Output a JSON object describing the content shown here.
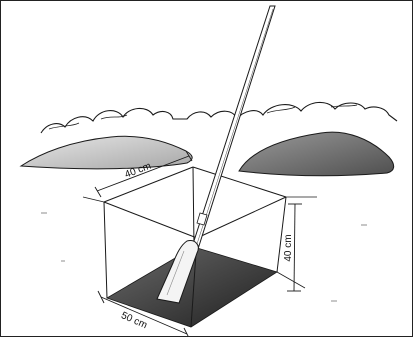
{
  "diagram": {
    "labels": {
      "top_width": "40 cm",
      "depth": "40 cm",
      "front_width": "50 cm"
    },
    "colors": {
      "line": "#1a1a1a",
      "left_mound": "#bdbdbd",
      "right_mound": "#6e6e6e",
      "pit_floor": "#3a3a3a",
      "shovel_blade": "#f4f4f4"
    }
  }
}
